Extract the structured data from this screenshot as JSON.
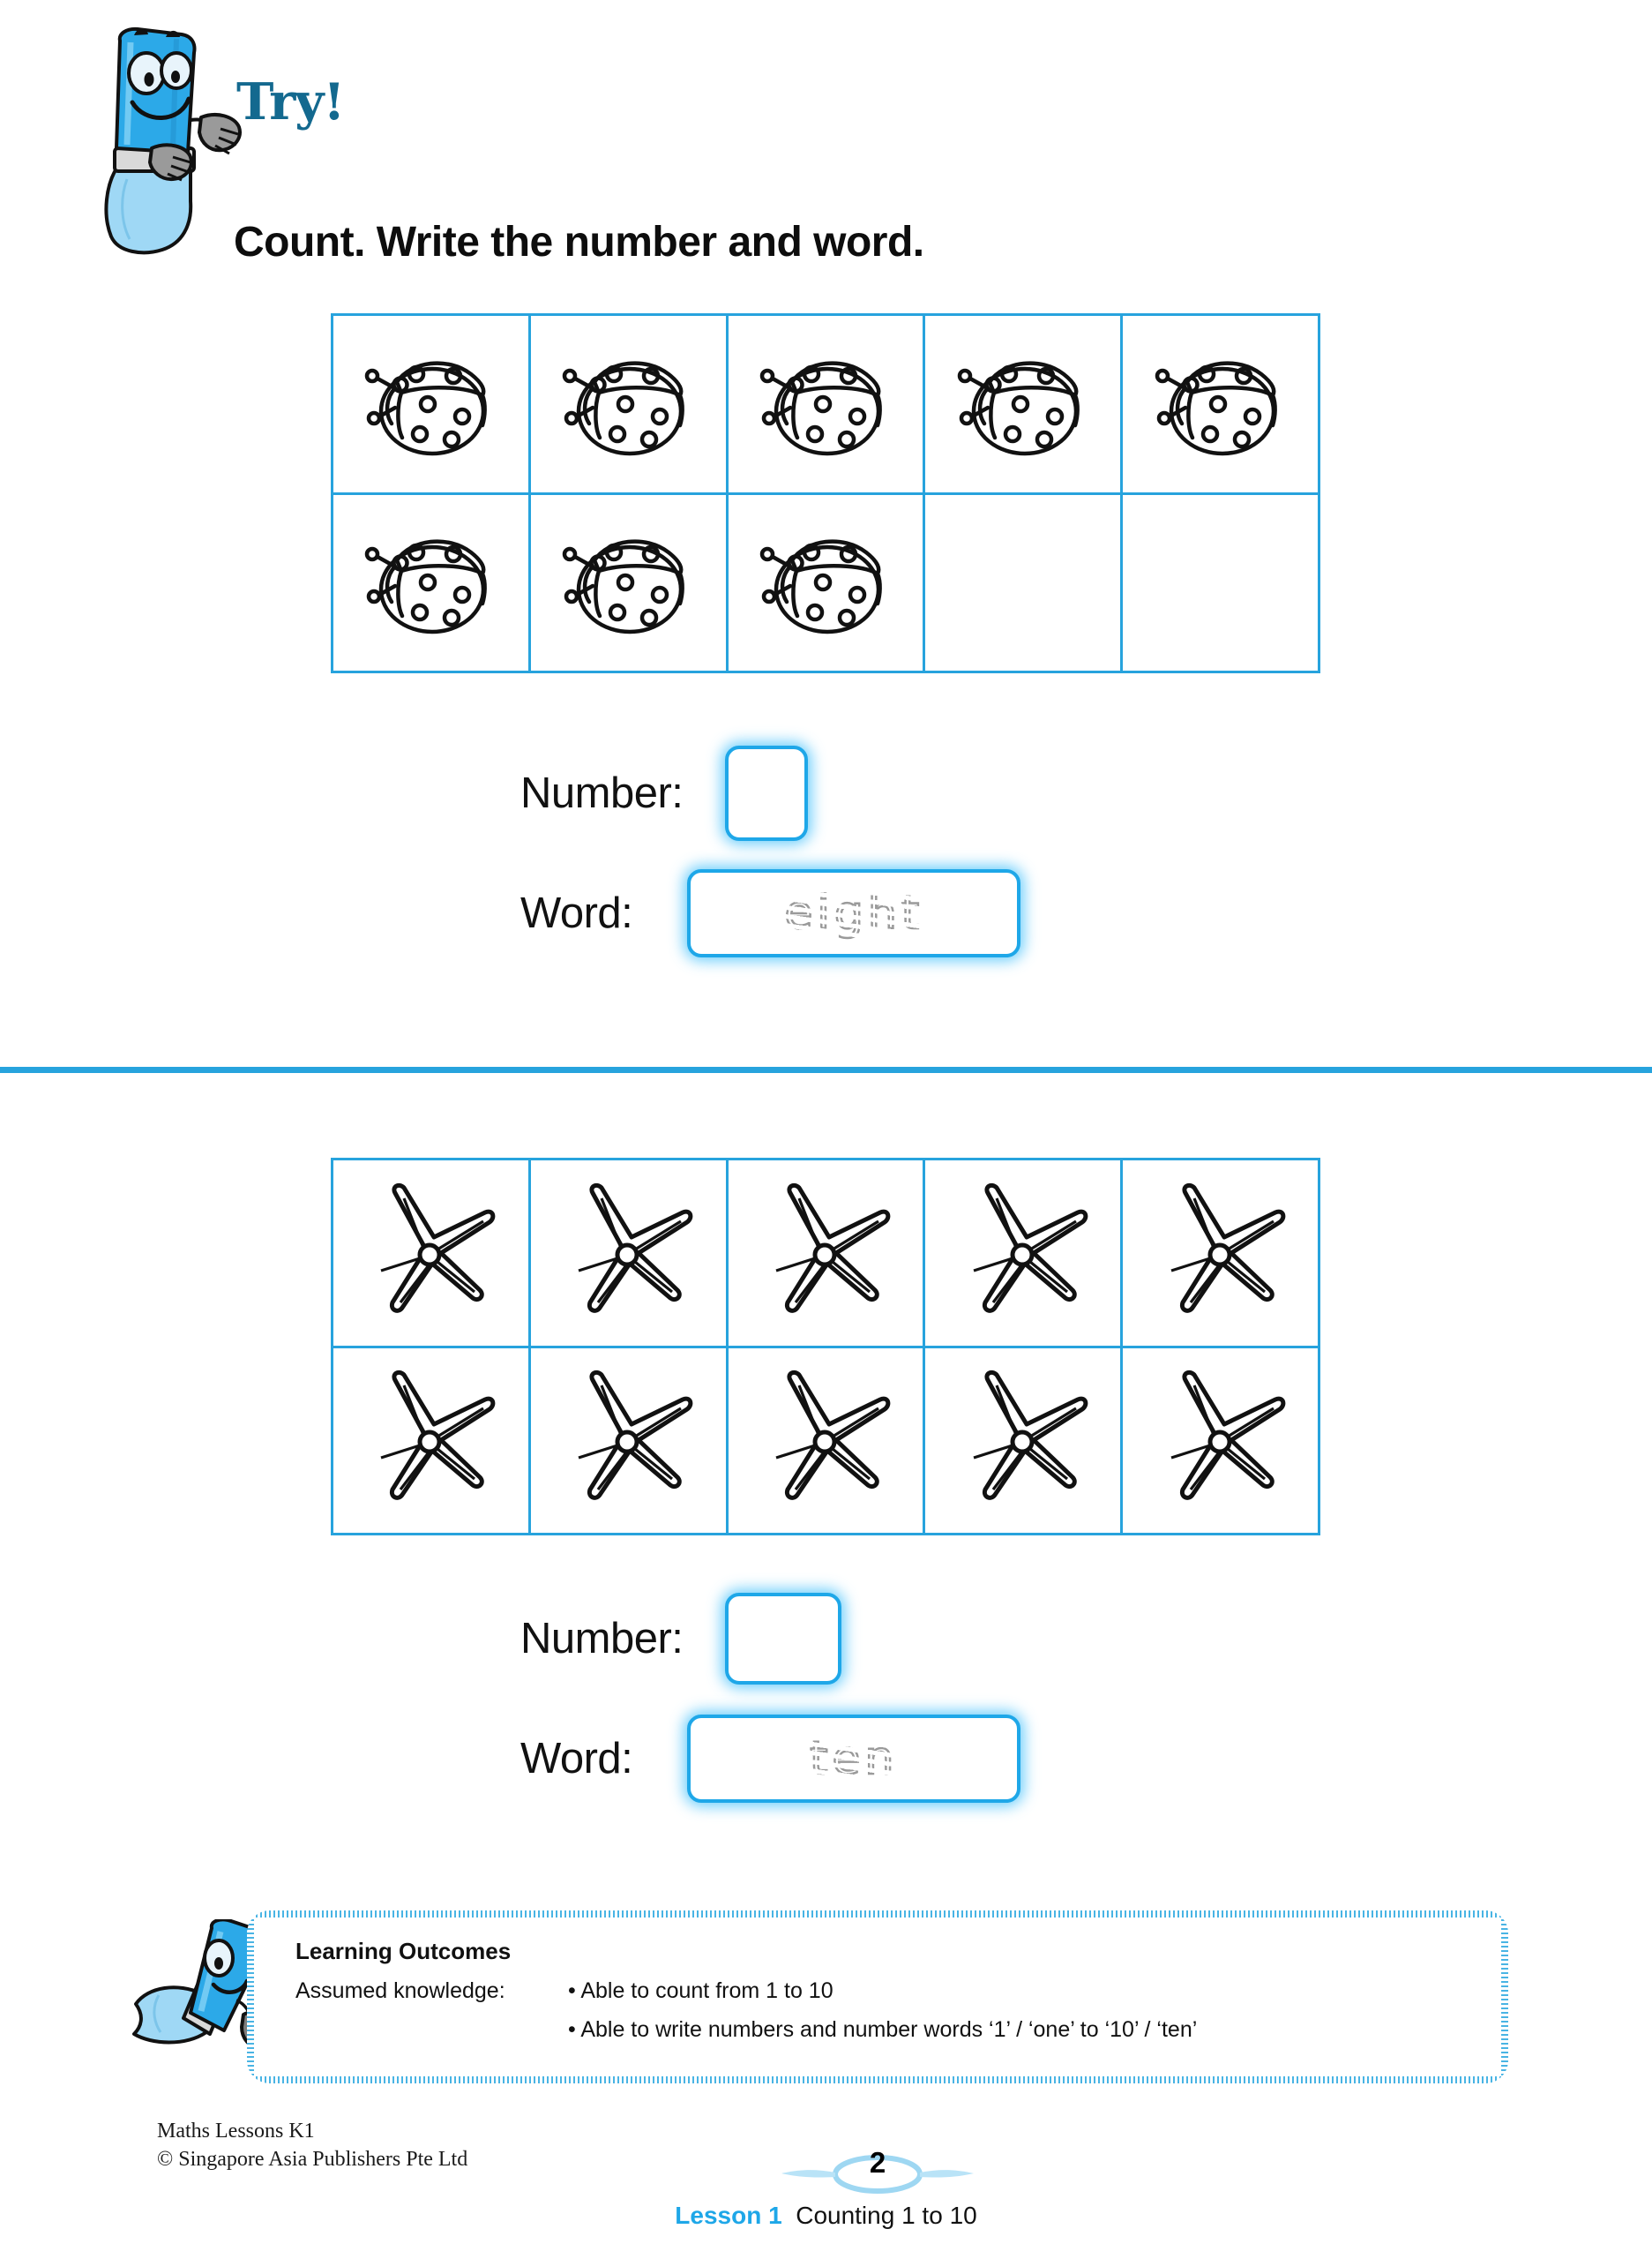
{
  "header": {
    "badge_label": "Try!",
    "mascot_name": "paintbrush-mascot",
    "instruction": "Count. Write the number and word."
  },
  "sections": [
    {
      "id": "section-eight",
      "item_icon": "ladybug-icon",
      "grid": {
        "columns": 5,
        "rows": 2,
        "filled_cells": 8,
        "total_cells": 10
      },
      "number_label": "Number:",
      "number_value": "",
      "word_label": "Word:",
      "word_trace": "eight"
    },
    {
      "id": "section-ten",
      "item_icon": "starfish-icon",
      "grid": {
        "columns": 5,
        "rows": 2,
        "filled_cells": 10,
        "total_cells": 10
      },
      "number_label": "Number:",
      "number_value": "",
      "word_label": "Word:",
      "word_trace": "ten"
    }
  ],
  "learning_outcomes": {
    "title": "Learning Outcomes",
    "assumed_label": "Assumed knowledge:",
    "bullet_1": "• Able to count from 1 to 10",
    "bullet_2": "• Able to write numbers and number words ‘1’ / ‘one’ to ‘10’ / ‘ten’"
  },
  "footer": {
    "book_title": "Maths Lessons K1",
    "copyright": "© Singapore Asia Publishers Pte Ltd",
    "page_number": "2",
    "lesson_number": "Lesson 1",
    "lesson_title": "Counting 1 to 10"
  },
  "colors": {
    "accent_blue": "#27a3dd",
    "box_border": "#1ea7e8",
    "try_text": "#13698f",
    "trace_gray": "#9a9a9a"
  }
}
